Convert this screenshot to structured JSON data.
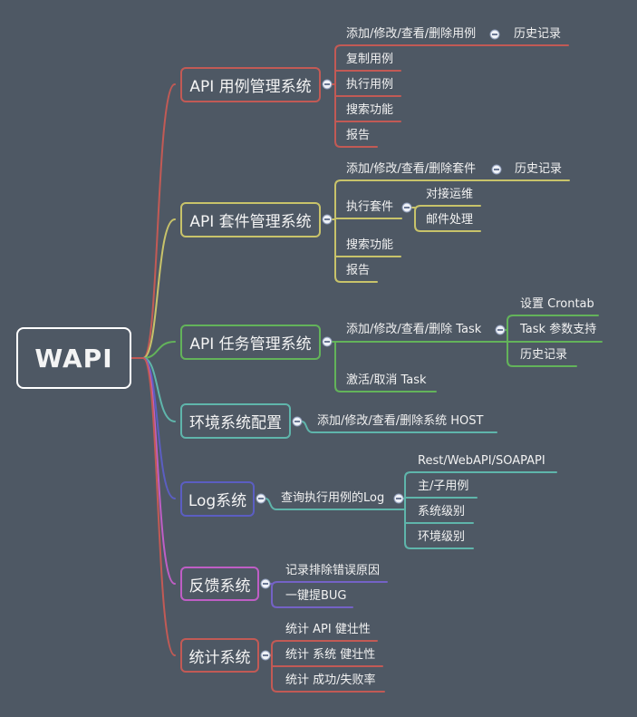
{
  "root": {
    "label": "WAPI"
  },
  "theme": {
    "background": "#4E5864",
    "text": "#F2F2F2",
    "root_border": "#FFFFFF"
  },
  "branches": [
    {
      "label": "API 用例管理系统",
      "color": "#C25A55",
      "line_color": "#C25A55",
      "children": [
        {
          "label": "添加/修改/查看/删除用例",
          "children": [
            {
              "label": "历史记录"
            }
          ]
        },
        {
          "label": "复制用例"
        },
        {
          "label": "执行用例"
        },
        {
          "label": "搜索功能"
        },
        {
          "label": "报告"
        }
      ]
    },
    {
      "label": "API 套件管理系统",
      "color": "#C8C36A",
      "line_color": "#C8C36A",
      "children": [
        {
          "label": "添加/修改/查看/删除套件",
          "children": [
            {
              "label": "历史记录"
            }
          ]
        },
        {
          "label": "执行套件",
          "children": [
            {
              "label": "对接运维"
            },
            {
              "label": "邮件处理"
            }
          ]
        },
        {
          "label": "搜索功能"
        },
        {
          "label": "报告"
        }
      ]
    },
    {
      "label": "API 任务管理系统",
      "color": "#63B35A",
      "line_color": "#63B35A",
      "children": [
        {
          "label": "添加/修改/查看/删除 Task",
          "children": [
            {
              "label": "设置 Crontab"
            },
            {
              "label": "Task 参数支持"
            },
            {
              "label": "历史记录"
            }
          ]
        },
        {
          "label": "激活/取消 Task"
        }
      ]
    },
    {
      "label": "环境系统配置",
      "color": "#5FB5AB",
      "line_color": "#5FB5AB",
      "children": [
        {
          "label": "添加/修改/查看/删除系统 HOST"
        }
      ]
    },
    {
      "label": "Log系统",
      "color": "#5B5EC2",
      "line_color": "#5FB5AB",
      "children": [
        {
          "label": "查询执行用例的Log",
          "children": [
            {
              "label": "Rest/WebAPI/SOAPAPI"
            },
            {
              "label": "主/子用例"
            },
            {
              "label": "系统级别"
            },
            {
              "label": "环境级别"
            }
          ]
        }
      ]
    },
    {
      "label": "反馈系统",
      "color": "#BF5EC5",
      "line_color": "#7462C6",
      "children": [
        {
          "label": "记录排除错误原因"
        },
        {
          "label": "一键提BUG"
        }
      ]
    },
    {
      "label": "统计系统",
      "color": "#C25A55",
      "line_color": "#C25A55",
      "children": [
        {
          "label": "统计 API 健壮性"
        },
        {
          "label": "统计 系统 健壮性"
        },
        {
          "label": "统计 成功/失败率"
        }
      ]
    }
  ]
}
